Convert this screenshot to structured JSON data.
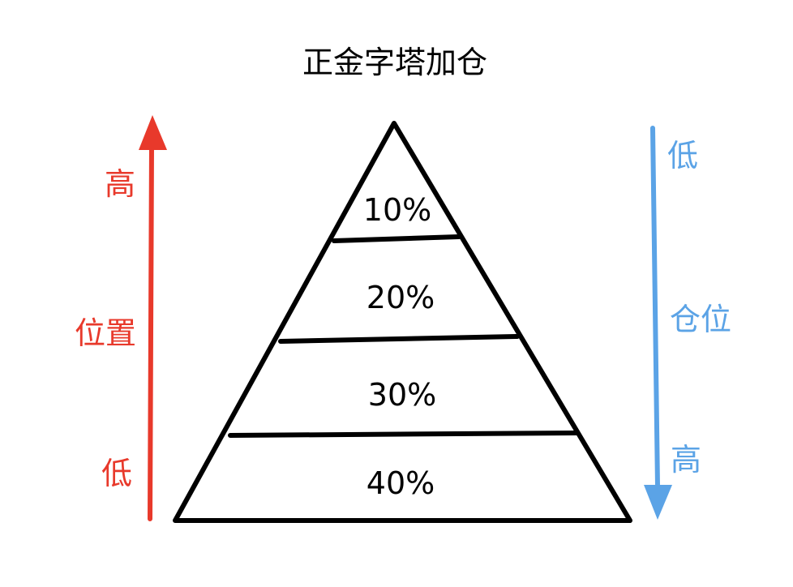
{
  "title": "正金字塔加仓",
  "pyramid": {
    "levels": [
      {
        "label": "10%"
      },
      {
        "label": "20%"
      },
      {
        "label": "30%"
      },
      {
        "label": "40%"
      }
    ]
  },
  "left_axis": {
    "top_label": "高",
    "middle_label": "位置",
    "bottom_label": "低",
    "color": "#e8392b"
  },
  "right_axis": {
    "top_label": "低",
    "middle_label": "仓位",
    "bottom_label": "高",
    "color": "#5ba3e6"
  },
  "line_color": "#000000"
}
